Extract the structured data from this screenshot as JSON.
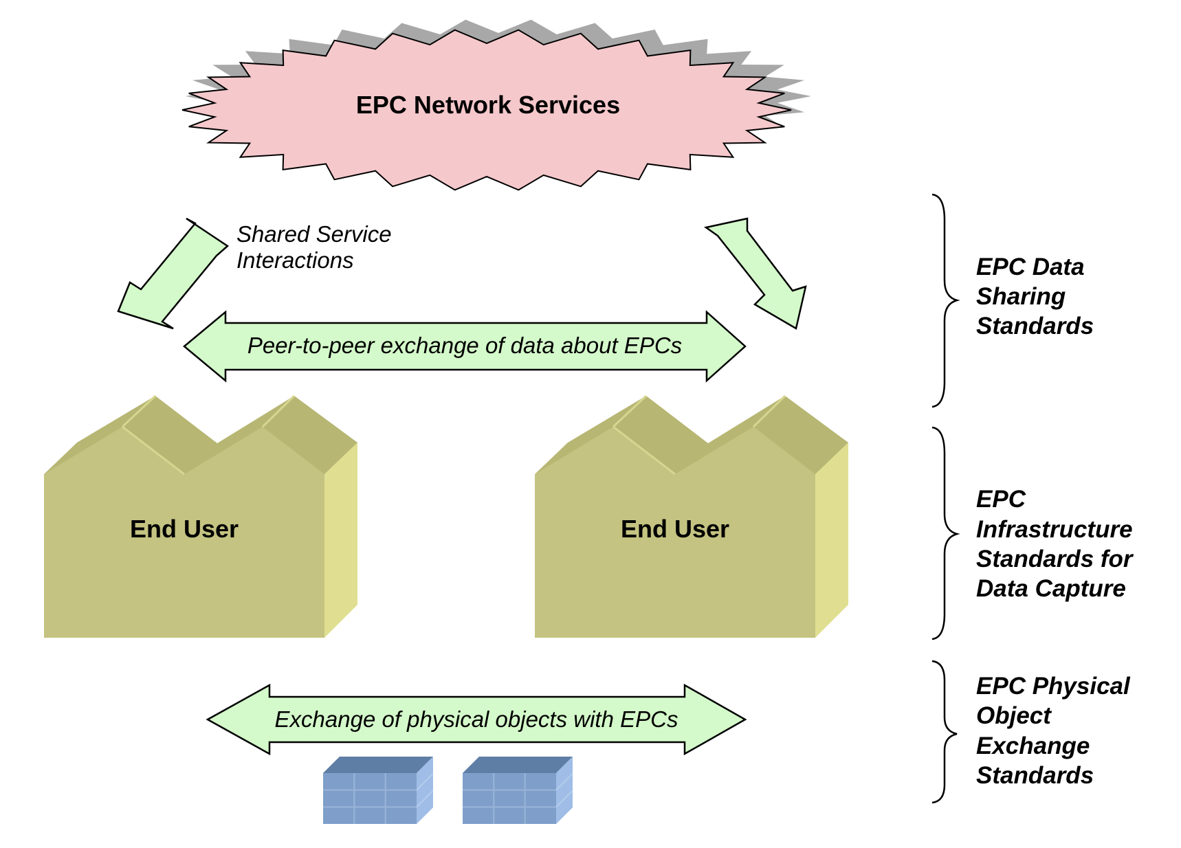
{
  "colors": {
    "cloud_fill": "#f5c8cb",
    "cloud_shadow": "#a8a8a8",
    "arrow_fill": "#d4f9ca",
    "building_front": "#c4c381",
    "building_side": "#e0df91",
    "building_roof": "#b7b673",
    "box_fill": "#7f9fca",
    "box_top": "#5f7ea5",
    "box_side": "#9fbde6",
    "outline": "#000000"
  },
  "cloud": {
    "label": "EPC Network Services"
  },
  "shared_service": {
    "line1": "Shared Service",
    "line2": "Interactions"
  },
  "peer_exchange": {
    "label": "Peer-to-peer exchange of data about EPCs"
  },
  "physical_exchange": {
    "label": "Exchange of physical objects with EPCs"
  },
  "buildings": [
    {
      "label": "End User"
    },
    {
      "label": "End User"
    }
  ],
  "standards": {
    "data_sharing": [
      "EPC Data",
      "Sharing",
      "Standards"
    ],
    "infrastructure": [
      "EPC",
      "Infrastructure",
      "Standards for",
      "Data Capture"
    ],
    "physical_object": [
      "EPC Physical",
      "Object",
      "Exchange",
      "Standards"
    ]
  }
}
